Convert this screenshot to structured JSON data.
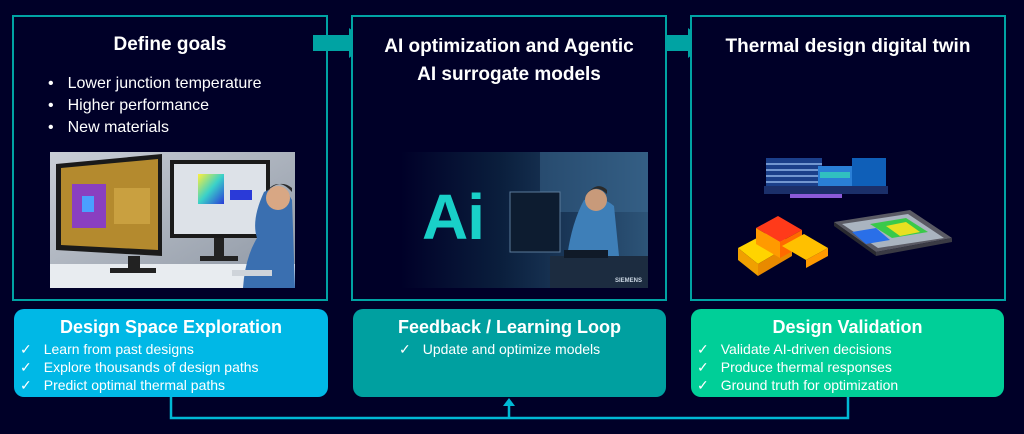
{
  "panels": {
    "goals": {
      "title": "Define goals",
      "items": [
        "Lower junction temperature",
        "Higher performance",
        "New materials"
      ]
    },
    "ai": {
      "title_line1": "AI optimization and Agentic",
      "title_line2": "AI surrogate models",
      "logo_text": "Ai",
      "watermark": "SIEMENS"
    },
    "twin": {
      "title": "Thermal design digital twin"
    }
  },
  "boxes": {
    "exploration": {
      "title": "Design Space Exploration",
      "items": [
        "Learn from past designs",
        "Explore thousands of design paths",
        "Predict optimal thermal paths"
      ]
    },
    "feedback": {
      "title": "Feedback / Learning Loop",
      "items": [
        "Update and optimize models"
      ]
    },
    "validation": {
      "title": "Design Validation",
      "items": [
        "Validate AI-driven decisions",
        "Produce thermal responses",
        "Ground truth for optimization"
      ]
    }
  },
  "colors": {
    "background": "#000028",
    "panel_border": "#00a3a3",
    "exploration_box": "#00b8e6",
    "feedback_box": "#00a0a0",
    "validation_box": "#00cf98",
    "loop_line": "#00b8d4"
  }
}
